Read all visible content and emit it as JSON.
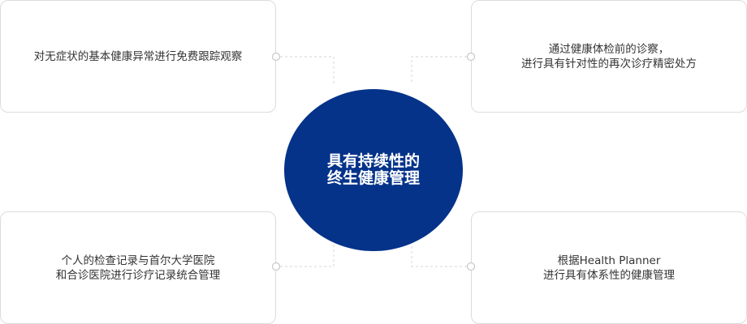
{
  "center": {
    "title": "具有持续性的\n终生健康管理"
  },
  "cards": {
    "top_left": "对无症状的基本健康异常进行免费跟踪观察",
    "top_right": "通过健康体检前的诊察，\n进行具有针对性的再次诊疗精密处方",
    "bottom_left": "个人的检查记录与首尔大学医院\n和合诊医院进行诊疗记录统合管理",
    "bottom_right": "根据Health Planner\n进行具有体系性的健康管理"
  },
  "colors": {
    "circle": "#05338a",
    "card_border": "#dcdcdc",
    "connector": "#d6d6d6",
    "text": "#333333"
  }
}
